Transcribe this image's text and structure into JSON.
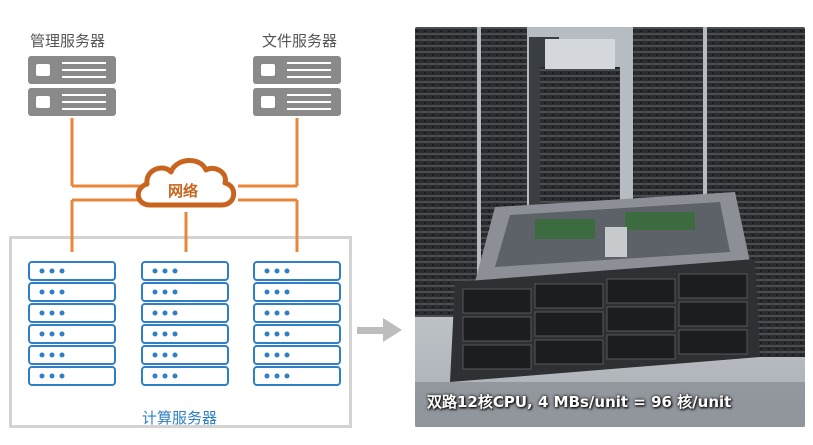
{
  "labels": {
    "management_server": "管理服务器",
    "file_server": "文件服务器",
    "network": "网络",
    "compute_servers": "计算服务器"
  },
  "photo": {
    "caption": "双路12核CPU, 4 MBs/unit = 96 核/unit"
  },
  "colors": {
    "link": "#e8873a",
    "server_gray": "#8a8a8a",
    "compute_blue": "#2e7fc8",
    "cloud_orange": "#c8641e",
    "box_border": "#d3d3d3",
    "arrow_gray": "#bdbdbd"
  },
  "icons": {
    "server": "rack-server-icon",
    "cloud": "cloud-icon",
    "arrow": "right-arrow-icon"
  }
}
